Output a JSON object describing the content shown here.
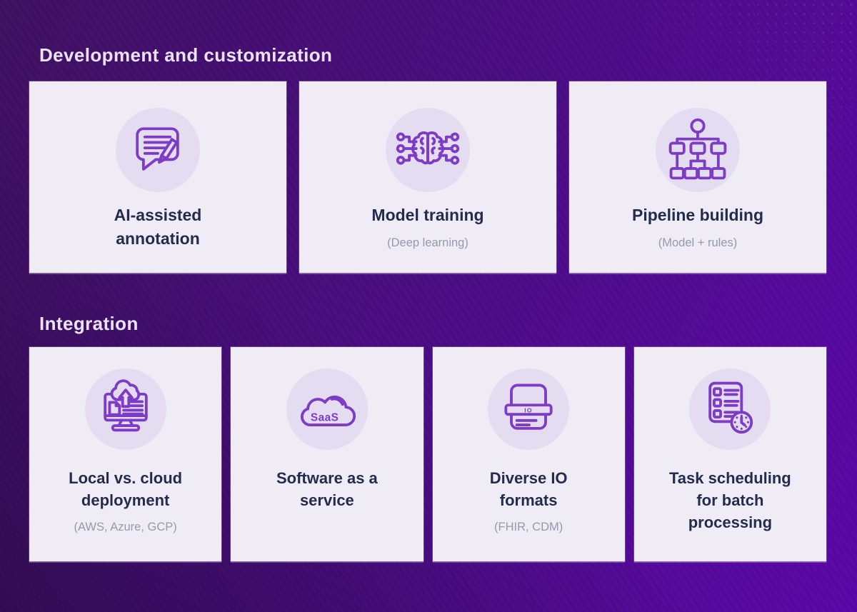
{
  "colors": {
    "background_dark": "#3e1061",
    "background_bright": "#5a07a7",
    "card_background": "#efecf5",
    "icon_circle_background": "#e4ddf1",
    "icon_stroke": "#7d3cc3",
    "heading_text": "#eae3f4",
    "title_text": "#242c4d",
    "subtitle_text": "#939aac"
  },
  "sections": [
    {
      "heading": "Development and customization",
      "cards": [
        {
          "icon": "annotation-icon",
          "title": "AI-assisted annotation",
          "subtitle": ""
        },
        {
          "icon": "model-training-icon",
          "title": "Model training",
          "subtitle": "(Deep learning)"
        },
        {
          "icon": "pipeline-building-icon",
          "title": "Pipeline building",
          "subtitle": "(Model + rules)"
        }
      ]
    },
    {
      "heading": "Integration",
      "cards": [
        {
          "icon": "cloud-deployment-icon",
          "title": "Local vs. cloud deployment",
          "subtitle": "(AWS, Azure, GCP)"
        },
        {
          "icon": "saas-icon",
          "title": "Software as a service",
          "subtitle": ""
        },
        {
          "icon": "io-formats-icon",
          "title": "Diverse IO formats",
          "subtitle": "(FHIR, CDM)"
        },
        {
          "icon": "task-scheduling-icon",
          "title": "Task scheduling for batch processing",
          "subtitle": ""
        }
      ]
    }
  ],
  "icon_text": {
    "saas": "SaaS",
    "io": "IO"
  }
}
